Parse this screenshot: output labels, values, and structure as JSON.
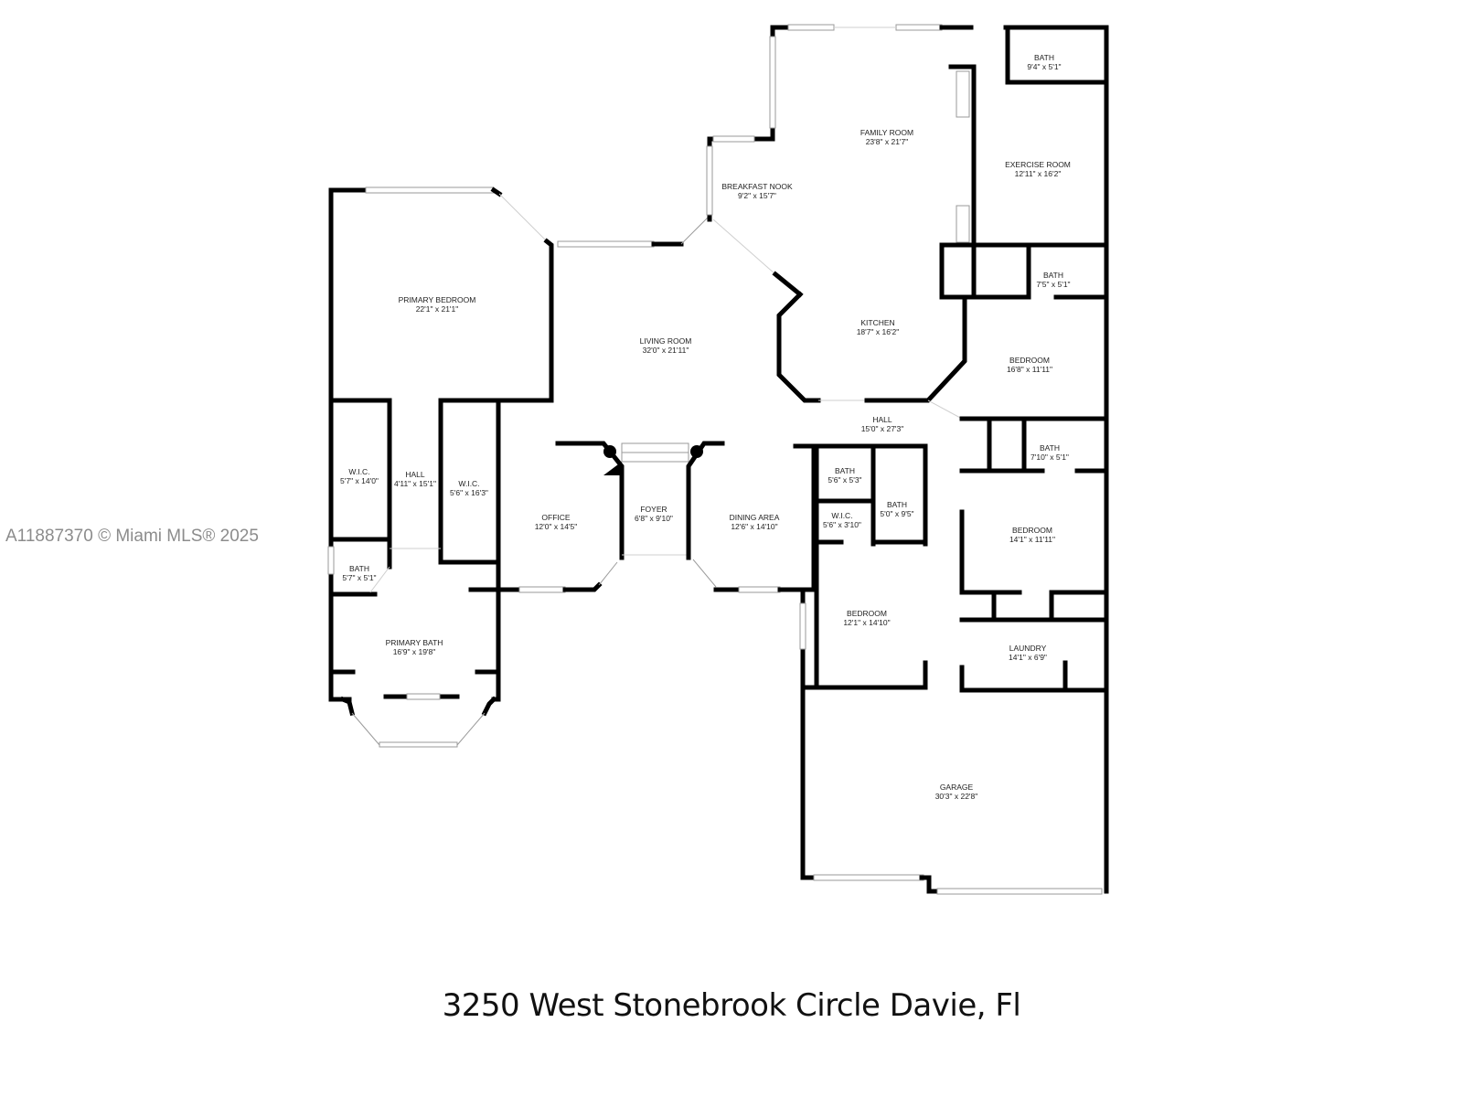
{
  "plan": {
    "address": "3250 West Stonebrook Circle Davie, Fl",
    "watermark": "A11887370 © Miami MLS® 2025",
    "rooms": {
      "primary_bedroom": {
        "name": "PRIMARY BEDROOM",
        "dims": "22'1\" x 21'1\""
      },
      "wic_left": {
        "name": "W.I.C.",
        "dims": "5'7\" x 14'0\""
      },
      "hall_primary": {
        "name": "HALL",
        "dims": "4'11\" x 15'1\""
      },
      "wic_right": {
        "name": "W.I.C.",
        "dims": "5'6\" x 16'3\""
      },
      "bath_primary_small": {
        "name": "BATH",
        "dims": "5'7\" x 5'1\""
      },
      "primary_bath": {
        "name": "PRIMARY BATH",
        "dims": "16'9\" x 19'8\""
      },
      "living_room": {
        "name": "LIVING ROOM",
        "dims": "32'0\" x 21'11\""
      },
      "office": {
        "name": "OFFICE",
        "dims": "12'0\" x 14'5\""
      },
      "foyer": {
        "name": "FOYER",
        "dims": "6'8\" x 9'10\""
      },
      "dining_area": {
        "name": "DINING AREA",
        "dims": "12'6\" x 14'10\""
      },
      "breakfast_nook": {
        "name": "BREAKFAST NOOK",
        "dims": "9'2\" x 15'7\""
      },
      "family_room": {
        "name": "FAMILY ROOM",
        "dims": "23'8\" x 21'7\""
      },
      "bath_top": {
        "name": "BATH",
        "dims": "9'4\" x 5'1\""
      },
      "exercise_room": {
        "name": "EXERCISE ROOM",
        "dims": "12'11\" x 16'2\""
      },
      "bath_exercise": {
        "name": "BATH",
        "dims": "7'5\" x 5'1\""
      },
      "kitchen": {
        "name": "KITCHEN",
        "dims": "18'7\" x 16'2\""
      },
      "bedroom_ne": {
        "name": "BEDROOM",
        "dims": "16'8\" x 11'11\""
      },
      "hall_main": {
        "name": "HALL",
        "dims": "15'0\" x 27'3\""
      },
      "bath_hall_a": {
        "name": "BATH",
        "dims": "5'6\" x 5'3\""
      },
      "wic_hall": {
        "name": "W.I.C.",
        "dims": "5'6\" x 3'10\""
      },
      "bath_hall_b": {
        "name": "BATH",
        "dims": "5'0\" x 9'5\""
      },
      "bath_east": {
        "name": "BATH",
        "dims": "7'10\" x 5'1\""
      },
      "bedroom_e": {
        "name": "BEDROOM",
        "dims": "14'1\" x 11'11\""
      },
      "bedroom_s": {
        "name": "BEDROOM",
        "dims": "12'1\" x 14'10\""
      },
      "laundry": {
        "name": "LAUNDRY",
        "dims": "14'1\" x 6'9\""
      },
      "garage": {
        "name": "GARAGE",
        "dims": "30'3\" x 22'8\""
      }
    }
  }
}
